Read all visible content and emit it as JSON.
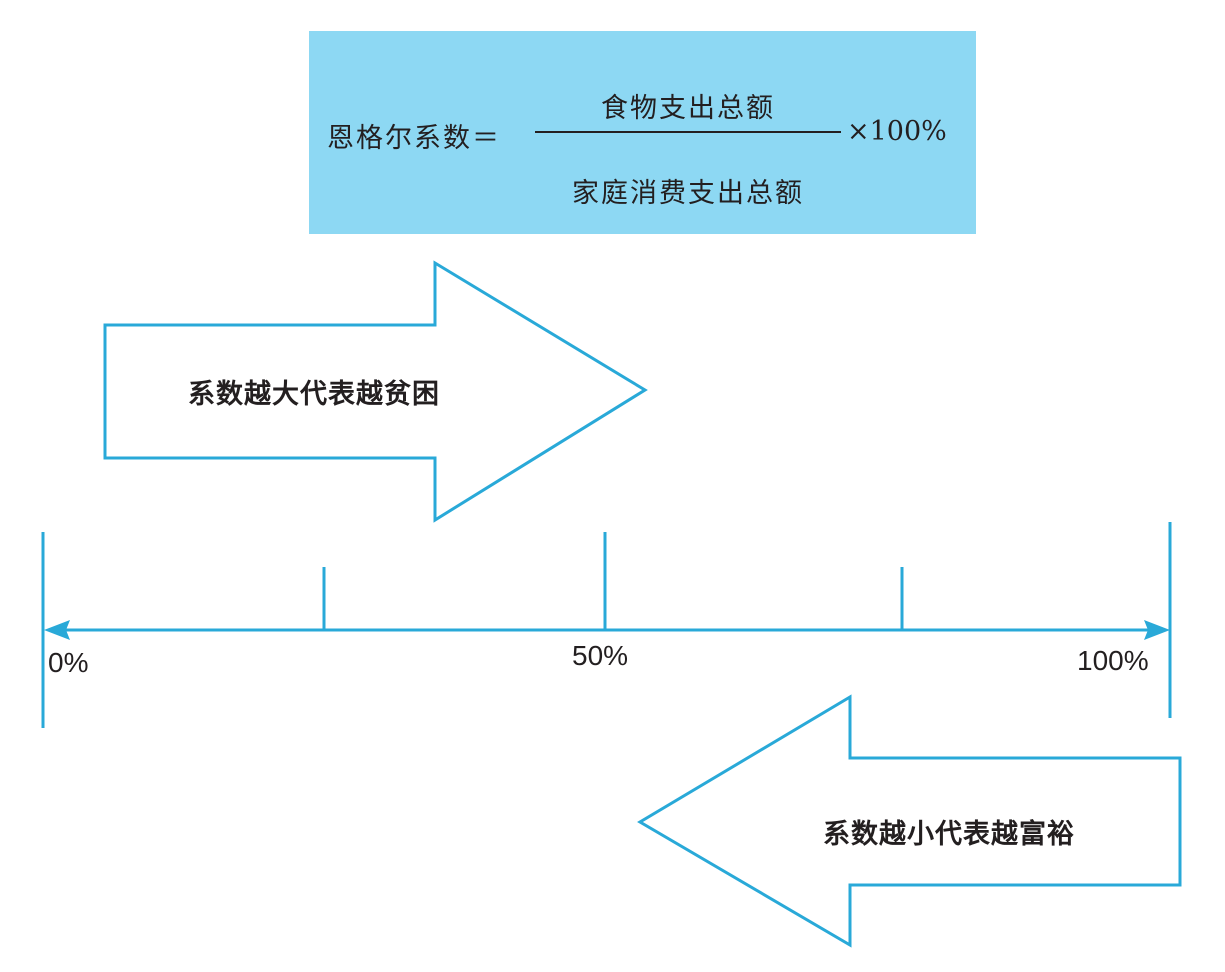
{
  "formula": {
    "lhs": "恩格尔系数＝",
    "numerator": "食物支出总额",
    "denominator": "家庭消费支出总额",
    "multiplier": "×100%"
  },
  "arrows": {
    "right_label": "系数越大代表越贫困",
    "left_label": "系数越小代表越富裕"
  },
  "scale": {
    "ticks": [
      "0%",
      "50%",
      "100%"
    ]
  },
  "colors": {
    "formula_box": "#8dd8f3",
    "line": "#29a9d8",
    "text": "#231f20"
  }
}
